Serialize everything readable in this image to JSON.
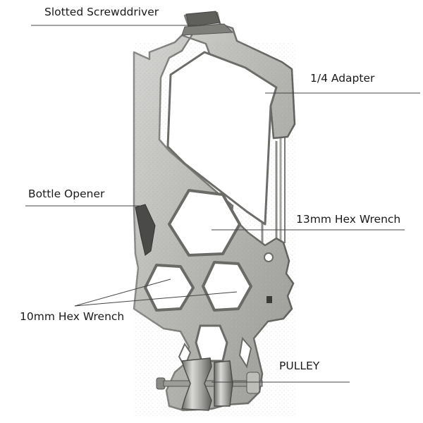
{
  "labels": {
    "screwdriver": "Slotted Screwddriver",
    "adapter": "1/4 Adapter",
    "bottle_opener": "Bottle Opener",
    "hex_13mm": "13mm Hex Wrench",
    "hex_10mm": "10mm Hex Wrench",
    "pulley": "PULLEY"
  },
  "colors": {
    "background": "#ffffff",
    "metal_light": "#c9c9c7",
    "metal_mid": "#a9a9a6",
    "metal_dark": "#6f6f6c",
    "leader_line": "#444444",
    "text": "#1a1a1a"
  }
}
